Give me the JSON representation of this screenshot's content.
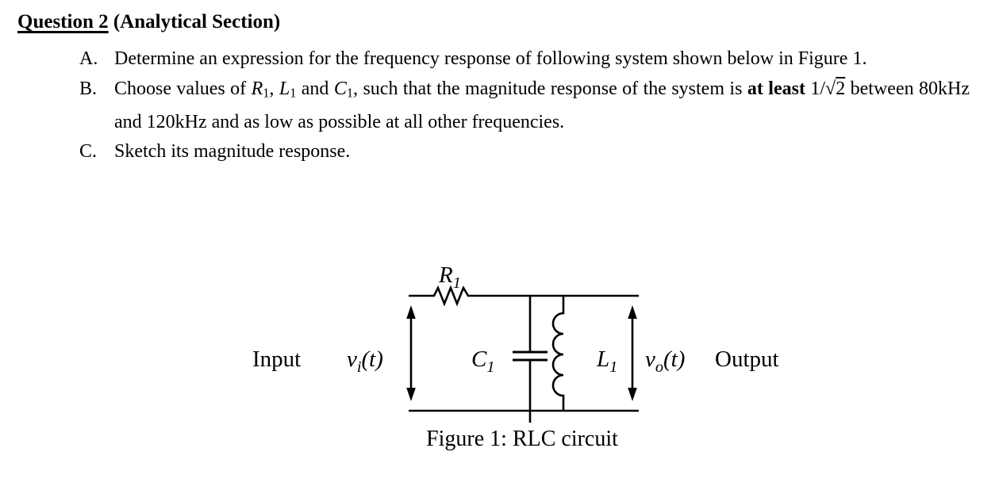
{
  "page": {
    "heading": [
      {
        "t": "Question 2",
        "s": "bold underline"
      },
      {
        "t": " (Analytical Section)",
        "s": "bold"
      }
    ],
    "items": [
      {
        "marker": "A.",
        "runs": [
          {
            "t": "Determine an expression for the frequency response of following system shown below in Figure 1."
          }
        ]
      },
      {
        "marker": "B.",
        "runs": [
          {
            "t": "Choose values of "
          },
          {
            "t": "R",
            "s": "italic"
          },
          {
            "t": "1",
            "s": "sub"
          },
          {
            "t": ", "
          },
          {
            "t": "L",
            "s": "italic"
          },
          {
            "t": "1",
            "s": "sub"
          },
          {
            "t": " and "
          },
          {
            "t": "C",
            "s": "italic"
          },
          {
            "t": "1",
            "s": "sub"
          },
          {
            "t": ", such that the magnitude response of the system is "
          },
          {
            "t": "at least",
            "s": "bold"
          },
          {
            "t": " 1/√"
          },
          {
            "t": "2",
            "s": "overline"
          },
          {
            "t": " between 80kHz and 120kHz and as low as possible at all other frequencies."
          }
        ]
      },
      {
        "marker": "C.",
        "runs": [
          {
            "t": "Sketch its magnitude response."
          }
        ]
      }
    ]
  },
  "figure": {
    "resistor_label": {
      "main": "R",
      "sub": "1"
    },
    "capacitor_label": {
      "main": "C",
      "sub": "1"
    },
    "inductor_label": {
      "main": "L",
      "sub": "1"
    },
    "input_label": "Input",
    "output_label": "Output",
    "vin_label": {
      "main": "v",
      "sub": "i",
      "rest": "(t)"
    },
    "vout_label": {
      "main": "v",
      "sub": "o",
      "rest": "(t)"
    },
    "caption": "Figure 1: RLC circuit"
  }
}
